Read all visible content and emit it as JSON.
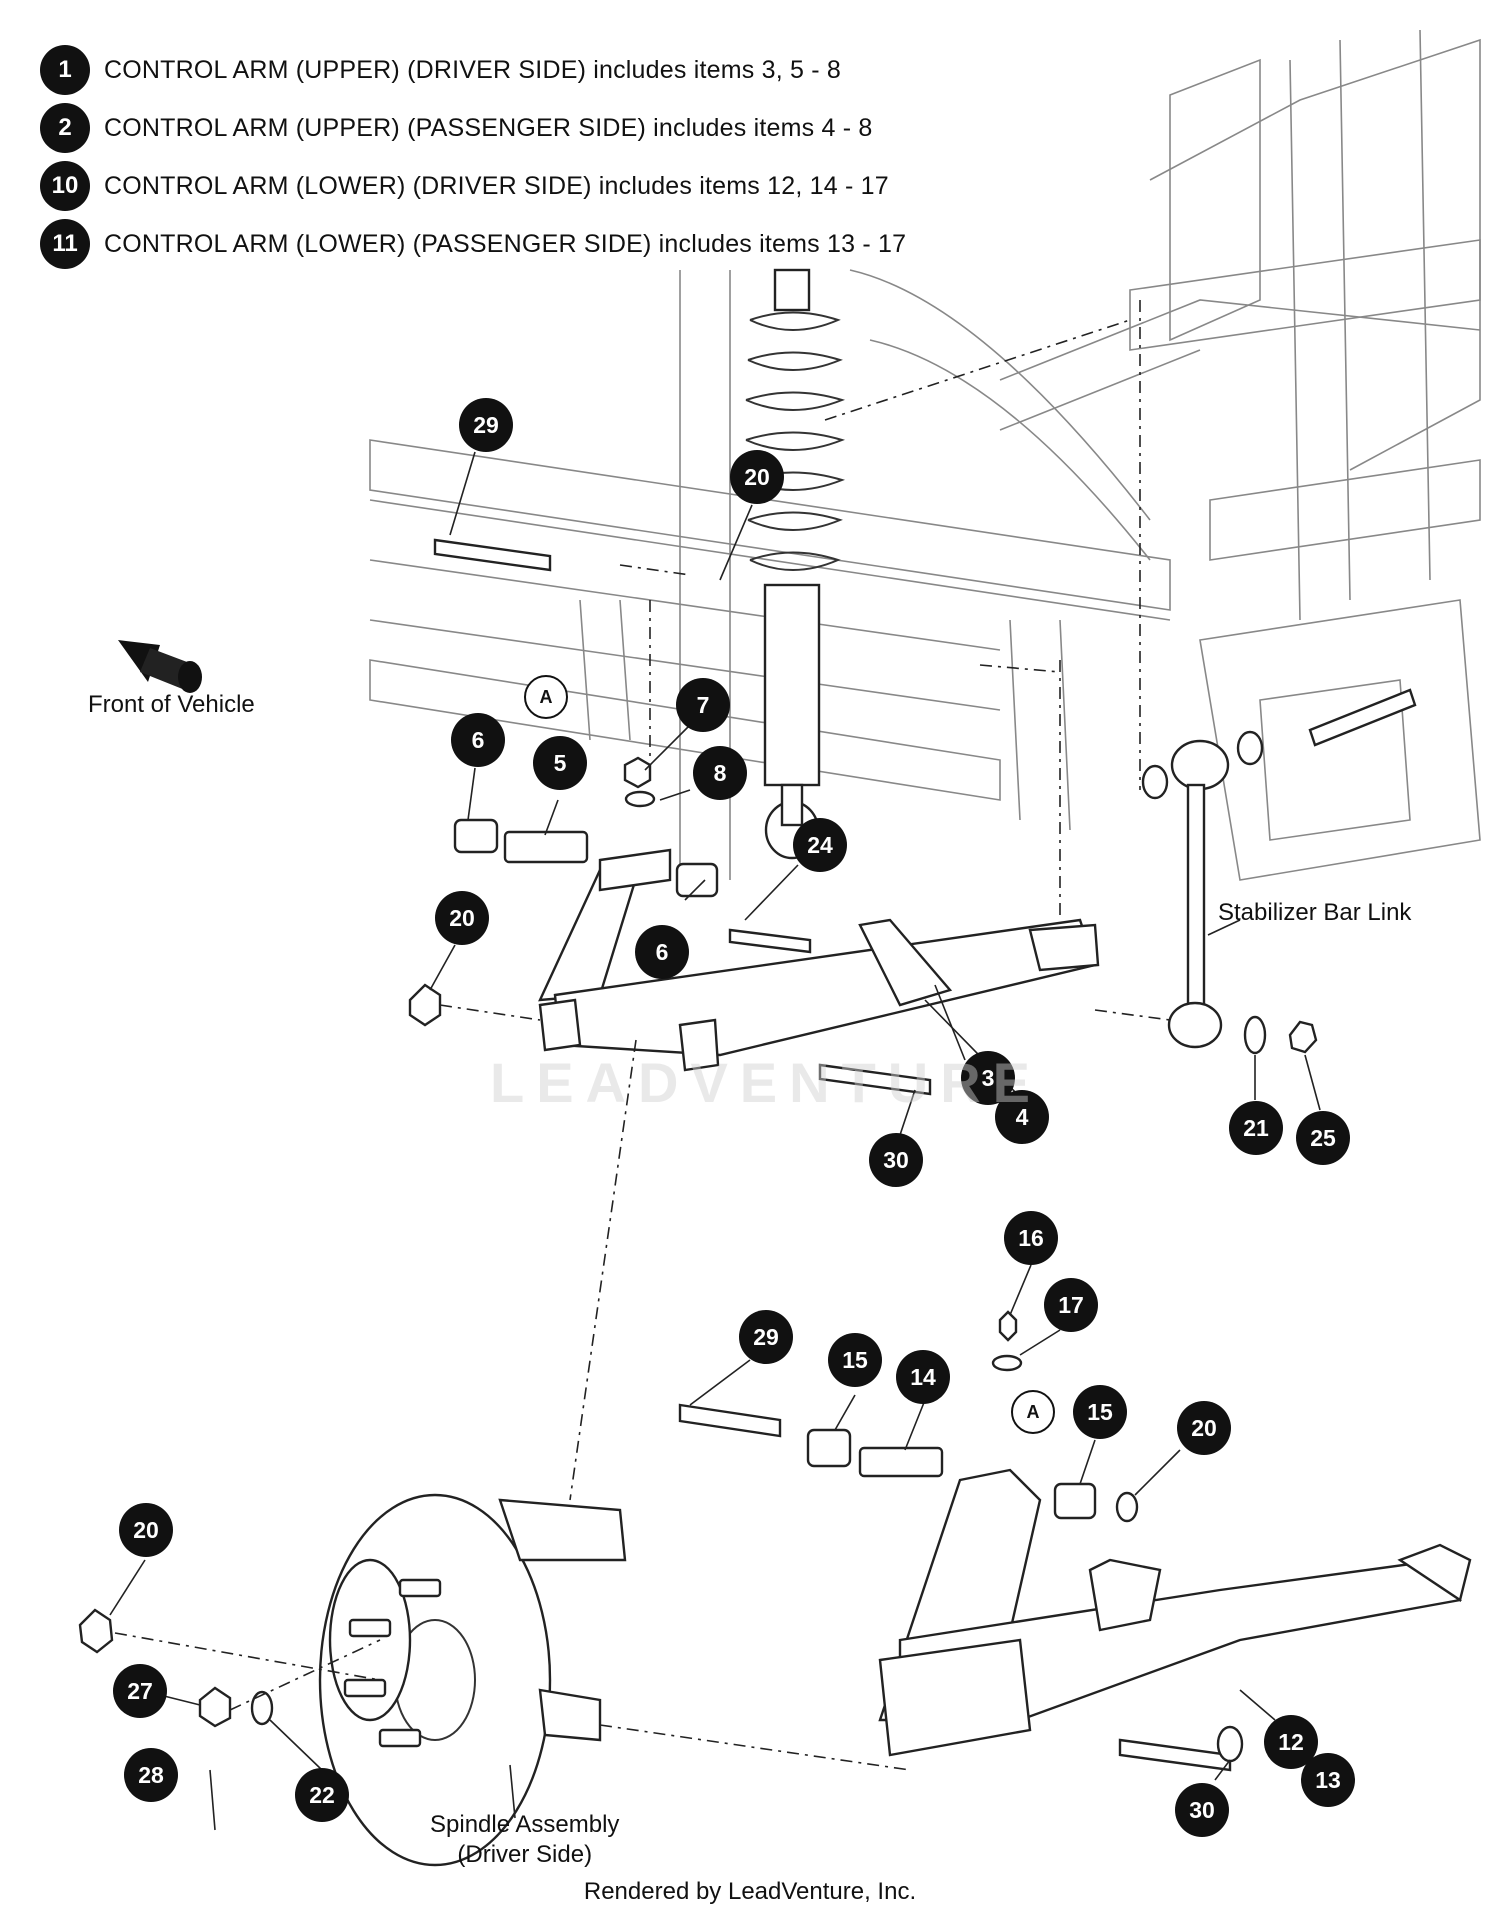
{
  "legend": [
    {
      "num": "1",
      "text": "CONTROL ARM (UPPER) (DRIVER SIDE) includes items 3, 5 - 8"
    },
    {
      "num": "2",
      "text": "CONTROL ARM (UPPER) (PASSENGER SIDE) includes items 4 - 8"
    },
    {
      "num": "10",
      "text": "CONTROL ARM (LOWER) (DRIVER SIDE) includes items 12, 14 - 17"
    },
    {
      "num": "11",
      "text": "CONTROL ARM (LOWER) (PASSENGER SIDE) includes items 13 - 17"
    }
  ],
  "callouts": [
    "29",
    "20",
    "7",
    "6",
    "5",
    "8",
    "24",
    "20",
    "6",
    "3",
    "4",
    "30",
    "21",
    "25",
    "16",
    "17",
    "29",
    "15",
    "14",
    "15",
    "20",
    "20",
    "27",
    "28",
    "22",
    "12",
    "13",
    "30"
  ],
  "ref_marker": "A",
  "labels": {
    "front_of_vehicle": "Front of Vehicle",
    "stabilizer_bar_link": "Stabilizer Bar Link",
    "spindle_line1": "Spindle Assembly",
    "spindle_line2": "(Driver Side)"
  },
  "watermark": "LEADVENTURE",
  "footer": "Rendered by LeadVenture, Inc."
}
